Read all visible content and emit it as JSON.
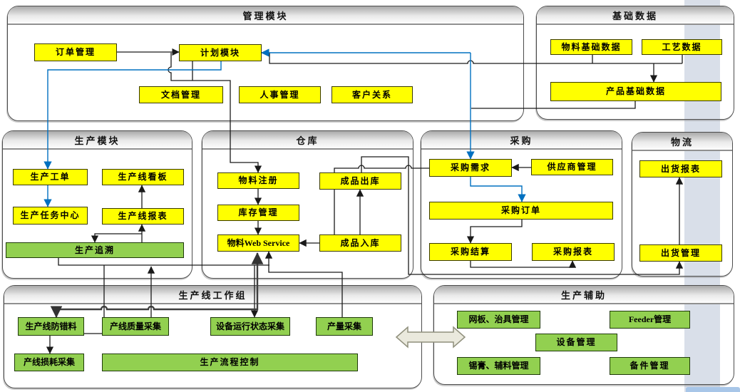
{
  "background": {
    "band_color": "#D9DFE9",
    "wedge_color": "#A8C6E8"
  },
  "colors": {
    "node_yellow": "#FFFF00",
    "node_green": "#92D050",
    "connector_black": "#1A1A1A",
    "connector_blue": "#0070C0",
    "container_border": "#4C4C4C"
  },
  "sections": [
    {
      "title": "管理模块"
    },
    {
      "title": "基础数据"
    },
    {
      "title": "生产模块"
    },
    {
      "title": "仓库"
    },
    {
      "title": "采购"
    },
    {
      "title": "物流"
    },
    {
      "title": "生产线工作组"
    },
    {
      "title": "生产辅助"
    }
  ],
  "nodes": [
    {
      "label": "订单管理",
      "type": "yellow"
    },
    {
      "label": "计划模块",
      "type": "yellow"
    },
    {
      "label": "文档管理",
      "type": "yellow"
    },
    {
      "label": "人事管理",
      "type": "yellow"
    },
    {
      "label": "客户关系",
      "type": "yellow"
    },
    {
      "label": "物料基础数据",
      "type": "yellow"
    },
    {
      "label": "工艺数据",
      "type": "yellow"
    },
    {
      "label": "产品基础数据",
      "type": "yellow"
    },
    {
      "label": "生产工单",
      "type": "yellow"
    },
    {
      "label": "生产线看板",
      "type": "yellow"
    },
    {
      "label": "生产任务中心",
      "type": "yellow"
    },
    {
      "label": "生产线报表",
      "type": "yellow"
    },
    {
      "label": "生产追溯",
      "type": "green"
    },
    {
      "label": "物料注册",
      "type": "yellow"
    },
    {
      "label": "库存管理",
      "type": "yellow"
    },
    {
      "label": "物料Web Service",
      "type": "yellow"
    },
    {
      "label": "成品出库",
      "type": "yellow"
    },
    {
      "label": "成品入库",
      "type": "yellow"
    },
    {
      "label": "采购需求",
      "type": "yellow"
    },
    {
      "label": "供应商管理",
      "type": "yellow"
    },
    {
      "label": "采购订单",
      "type": "yellow"
    },
    {
      "label": "采购结算",
      "type": "yellow"
    },
    {
      "label": "采购报表",
      "type": "yellow"
    },
    {
      "label": "出货报表",
      "type": "yellow"
    },
    {
      "label": "出货管理",
      "type": "yellow"
    },
    {
      "label": "生产线防错料",
      "type": "green"
    },
    {
      "label": "产线质量采集",
      "type": "green"
    },
    {
      "label": "设备运行状态采集",
      "type": "green"
    },
    {
      "label": "产量采集",
      "type": "green"
    },
    {
      "label": "产线损耗采集",
      "type": "green"
    },
    {
      "label": "生产流程控制",
      "type": "green"
    },
    {
      "label": "网板、治具管理",
      "type": "green"
    },
    {
      "label": "Feeder管理",
      "type": "green"
    },
    {
      "label": "设备管理",
      "type": "green"
    },
    {
      "label": "锡膏、辅料管理",
      "type": "green"
    },
    {
      "label": "备件管理",
      "type": "green"
    }
  ]
}
